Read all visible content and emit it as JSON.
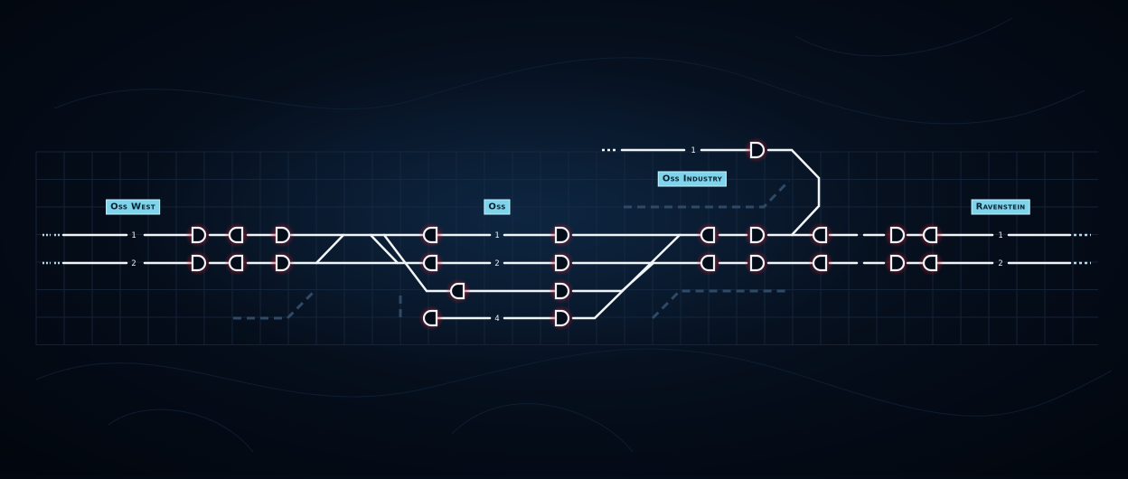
{
  "stations": {
    "oss_west": "Oss West",
    "oss": "Oss",
    "oss_industry": "Oss Industry",
    "ravenstein": "Ravenstein"
  },
  "track_numbers": {
    "west_1": "1",
    "west_2": "2",
    "oss_1": "1",
    "oss_2": "2",
    "oss_4": "4",
    "industry_1": "1",
    "ravenstein_1": "1",
    "ravenstein_2": "2"
  },
  "colors": {
    "background": "#050d1a",
    "track": "#f2f5f8",
    "signal_glow": "#b01020",
    "label_bg": "#7fd3ea",
    "dashed_route": "#2e4a66",
    "grid": "#1a2d45"
  }
}
